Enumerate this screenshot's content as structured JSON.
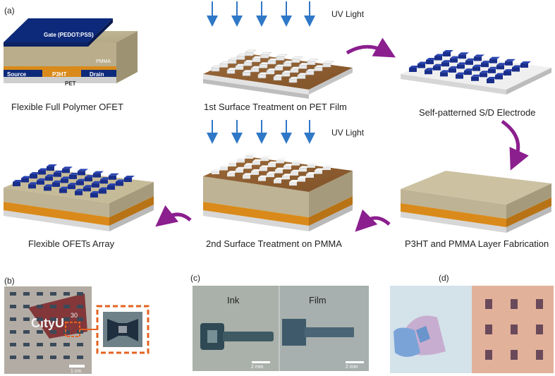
{
  "panels": {
    "a": "(a)",
    "b": "(b)",
    "c": "(c)",
    "d": "(d)"
  },
  "device": {
    "gate": "Gate (PEDOT:PSS)",
    "pmma": "PMMA",
    "p3ht": "P3HT",
    "source": "Source",
    "drain": "Drain",
    "pet": "PET"
  },
  "uv_label": "UV Light",
  "steps": {
    "s1": "Flexible Full Polymer OFET",
    "s2": "1st Surface Treatment on PET Film",
    "s3": "Self-patterned S/D Electrode",
    "s4": "P3HT and PMMA Layer Fabrication",
    "s5": "2nd Surface Treatment on PMMA",
    "s6": "Flexible OFETs Array"
  },
  "photo_b": {
    "logo": "CityU",
    "logo_sup": "30",
    "scale": "1 cm"
  },
  "photo_c": {
    "left": "Ink",
    "right": "Film",
    "scale_left": "2 mm",
    "scale_right": "2 mm"
  },
  "colors": {
    "navy": "#0d2a7a",
    "khaki": "#b9ad8b",
    "orange": "#d98a1a",
    "brown": "#8a5a2c",
    "uv_arrow": "#2f78c7",
    "process_arrow": "#8b1f8e",
    "dash_orange": "#e3621f"
  }
}
